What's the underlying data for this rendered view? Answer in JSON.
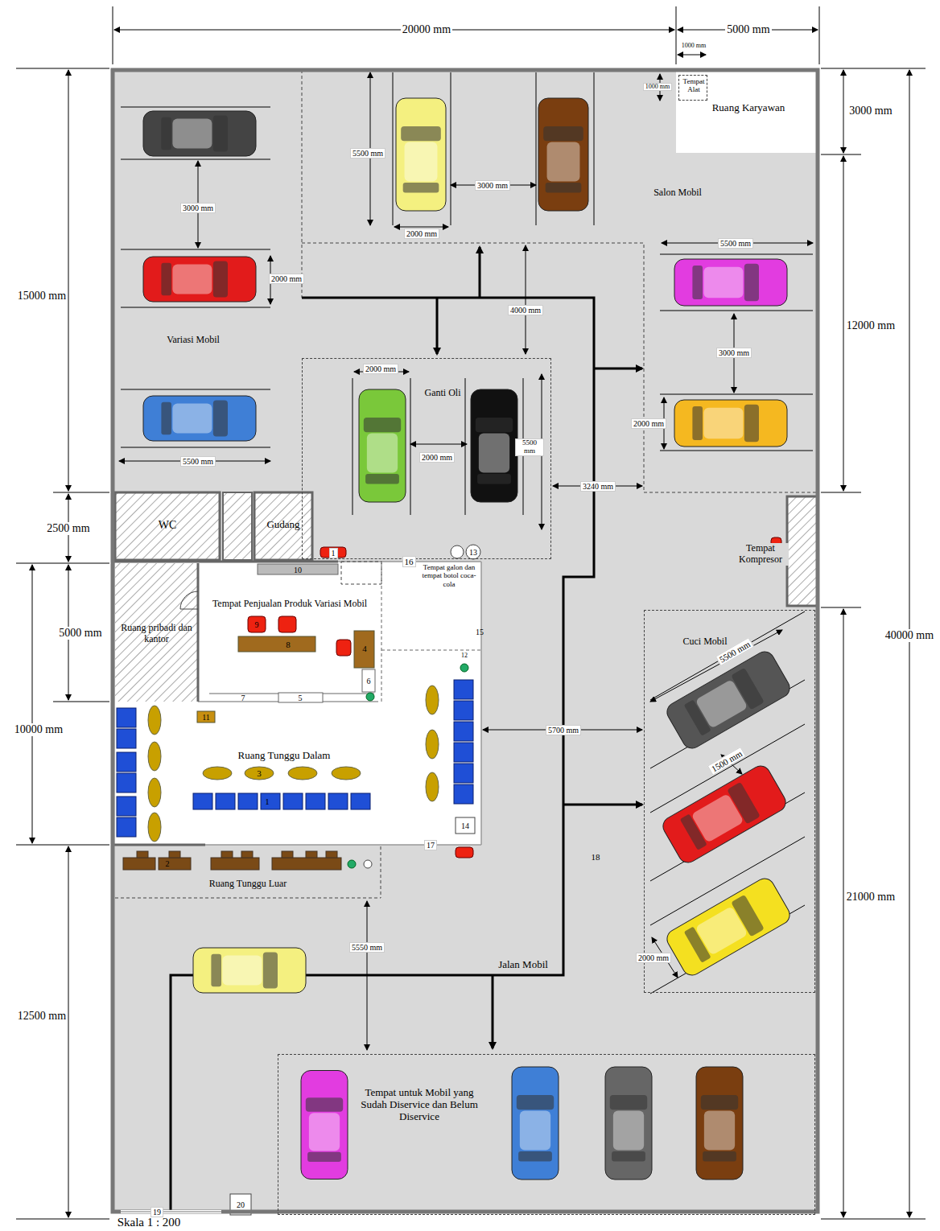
{
  "diagram": {
    "nodes": [
      {
        "text": [
          "Ruang Karyawan"
        ]
      },
      {
        "text": [
          "Tempat Alat"
        ],
        "in": 0
      },
      {
        "text": [
          "Ganti Oli"
        ]
      },
      {
        "text": [
          "WC"
        ]
      },
      {
        "text": [
          "Gudang"
        ]
      },
      {
        "text": [
          "Ruang Tunggu Dalam"
        ]
      },
      {
        "text": [
          "Ruang pribadi dan kantor"
        ],
        "in": 5
      },
      {
        "text": [
          "Tempat Penjualan Produk Variasi Mobil"
        ],
        "in": 5
      },
      {
        "text": [
          "Tempat galon dan tempat botol coca-cola"
        ],
        "in": 5
      },
      {
        "text": [
          "Ruang Tunggu Luar"
        ]
      },
      {
        "text": [
          "Tempat Kompresor"
        ]
      },
      {
        "text": [
          "Cuci Mobil"
        ]
      },
      {
        "text": [
          "Tempat untuk Mobil yang Sudah Diservice dan Belum Diservice"
        ]
      }
    ],
    "labels": [
      "20000 mm",
      "5000 mm",
      "1000 mm",
      "1000 mm",
      "3000 mm",
      "15000 mm",
      "12000 mm",
      "40000 mm",
      "2500 mm",
      "10000 mm",
      "5000 mm",
      "12500 mm",
      "21000 mm",
      "5500 mm",
      "3000 mm",
      "2000 mm",
      "3000 mm",
      "2000 mm",
      "5500 mm",
      "4000 mm",
      "5500 mm",
      "3000 mm",
      "2000 mm",
      "2000 mm",
      "2000 mm",
      "5500 mm",
      "3240 mm",
      "5700 mm",
      "5500 mm",
      "1500 mm",
      "2000 mm",
      "5550 mm",
      "Variasi Mobil",
      "Salon Mobil",
      "Jalan Mobil",
      "Skala 1 : 200",
      "1",
      "16",
      "13",
      "10",
      "9",
      "8",
      "4",
      "15",
      "12",
      "6",
      "5",
      "7",
      "11",
      "3",
      "1",
      "14",
      "17",
      "2",
      "18",
      "19",
      "20"
    ]
  }
}
